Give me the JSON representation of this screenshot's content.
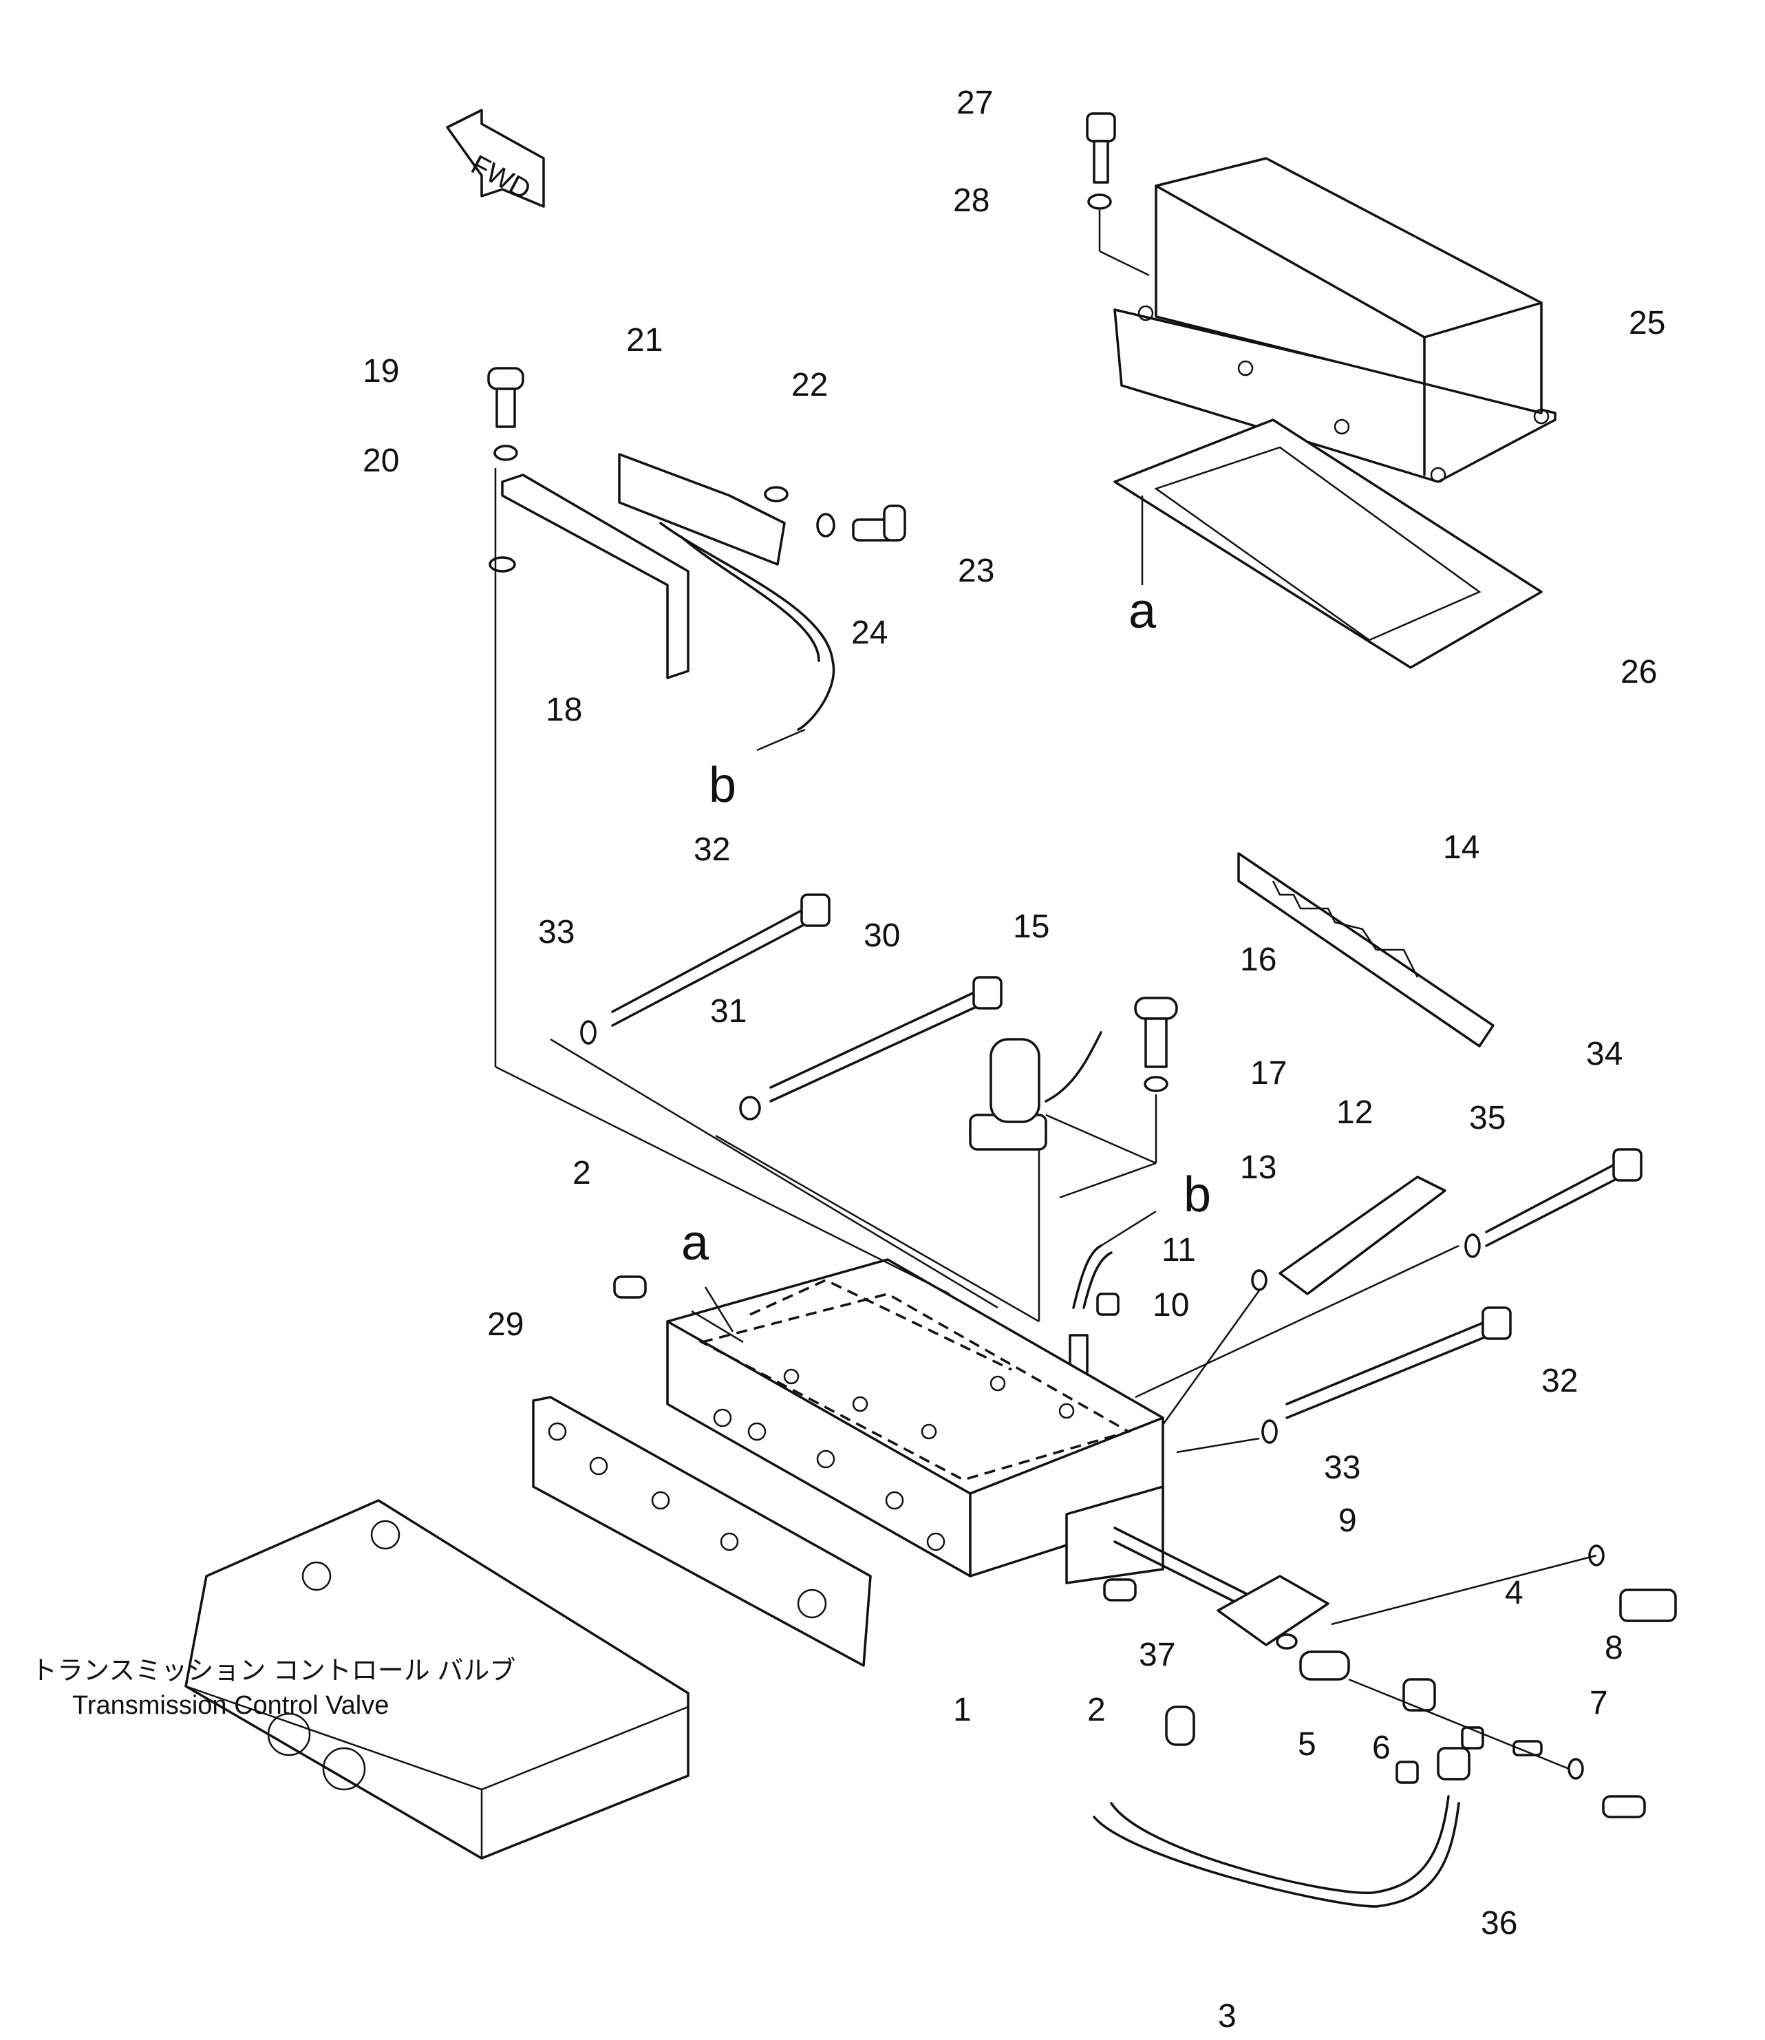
{
  "diagram": {
    "direction_marker": "FWD",
    "caption_jp": "トランスミッション コントロール バルブ",
    "caption_en": "Transmission Control Valve",
    "ref_a": "a",
    "ref_b": "b",
    "callouts": {
      "c1": "1",
      "c2": "2",
      "c3": "3",
      "c4": "4",
      "c5": "5",
      "c6": "6",
      "c7": "7",
      "c8": "8",
      "c9": "9",
      "c10": "10",
      "c11": "11",
      "c12": "12",
      "c13": "13",
      "c14": "14",
      "c15": "15",
      "c16": "16",
      "c17": "17",
      "c18": "18",
      "c19": "19",
      "c20": "20",
      "c21": "21",
      "c22": "22",
      "c23": "23",
      "c24": "24",
      "c25": "25",
      "c26": "26",
      "c27": "27",
      "c28": "28",
      "c29": "29",
      "c30": "30",
      "c31": "31",
      "c32": "32",
      "c33": "33",
      "c34": "34",
      "c35": "35",
      "c36": "36",
      "c37": "37"
    }
  }
}
